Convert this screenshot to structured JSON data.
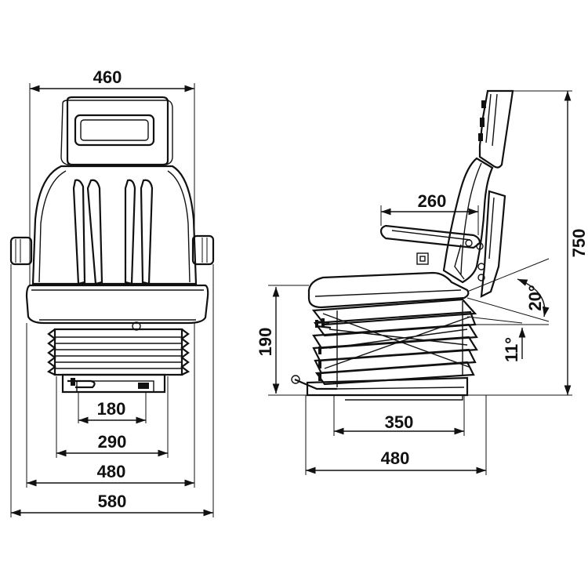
{
  "front_view": {
    "top_width": "460",
    "dims": [
      "180",
      "290",
      "480",
      "580"
    ]
  },
  "side_view": {
    "armrest_depth": "260",
    "total_height": "750",
    "suspension_height": "190",
    "backrest_angle": "20°",
    "seat_tilt": "11°",
    "dims": [
      "350",
      "480"
    ]
  }
}
